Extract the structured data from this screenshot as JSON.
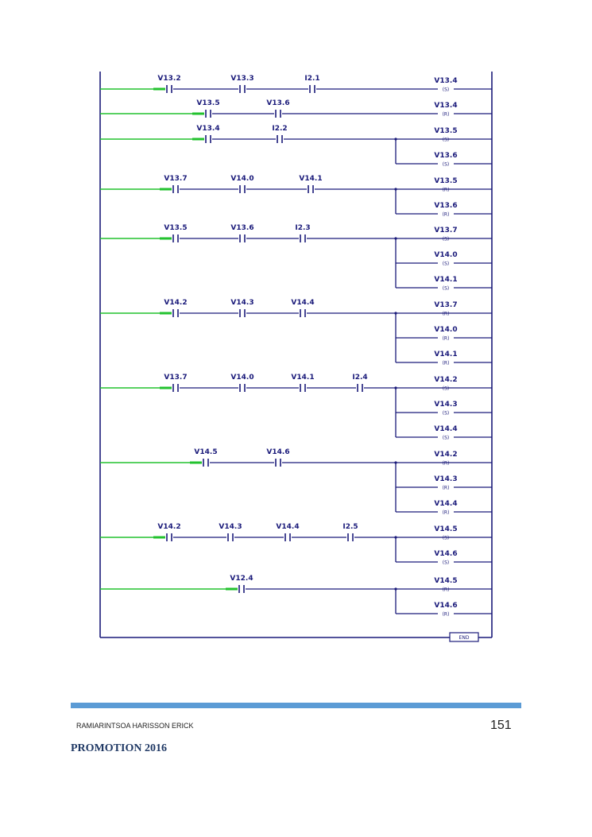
{
  "rungs": [
    {
      "contacts": [
        "V13.2",
        "V13.3",
        "I2.1"
      ],
      "coils": [
        {
          "name": "V13.4",
          "type": "S"
        }
      ]
    },
    {
      "contacts": [
        "V13.5",
        "V13.6"
      ],
      "coils": [
        {
          "name": "V13.4",
          "type": "R"
        }
      ]
    },
    {
      "contacts": [
        "V13.4",
        "I2.2"
      ],
      "coils": [
        {
          "name": "V13.5",
          "type": "S"
        },
        {
          "name": "V13.6",
          "type": "S"
        }
      ]
    },
    {
      "contacts": [
        "V13.7",
        "V14.0",
        "V14.1"
      ],
      "coils": [
        {
          "name": "V13.5",
          "type": "R"
        },
        {
          "name": "V13.6",
          "type": "R"
        }
      ]
    },
    {
      "contacts": [
        "V13.5",
        "V13.6",
        "I2.3"
      ],
      "coils": [
        {
          "name": "V13.7",
          "type": "S"
        },
        {
          "name": "V14.0",
          "type": "S"
        },
        {
          "name": "V14.1",
          "type": "S"
        }
      ]
    },
    {
      "contacts": [
        "V14.2",
        "V14.3",
        "V14.4"
      ],
      "coils": [
        {
          "name": "V13.7",
          "type": "R"
        },
        {
          "name": "V14.0",
          "type": "R"
        },
        {
          "name": "V14.1",
          "type": "R"
        }
      ]
    },
    {
      "contacts": [
        "V13.7",
        "V14.0",
        "V14.1",
        "I2.4"
      ],
      "coils": [
        {
          "name": "V14.2",
          "type": "S"
        },
        {
          "name": "V14.3",
          "type": "S"
        },
        {
          "name": "V14.4",
          "type": "S"
        }
      ]
    },
    {
      "contacts": [
        "V14.5",
        "V14.6"
      ],
      "coils": [
        {
          "name": "V14.2",
          "type": "R"
        },
        {
          "name": "V14.3",
          "type": "R"
        },
        {
          "name": "V14.4",
          "type": "R"
        }
      ]
    },
    {
      "contacts": [
        "V14.2",
        "V14.3",
        "V14.4",
        "I2.5"
      ],
      "coils": [
        {
          "name": "V14.5",
          "type": "S"
        },
        {
          "name": "V14.6",
          "type": "S"
        }
      ]
    },
    {
      "contacts": [
        "V12.4"
      ],
      "coils": [
        {
          "name": "V14.5",
          "type": "R"
        },
        {
          "name": "V14.6",
          "type": "R"
        }
      ]
    }
  ],
  "end_label": "END",
  "footer": {
    "author": "RAMIARINTSOA HARISSON ERICK",
    "page_number": "151",
    "promotion": "PROMOTION 2016"
  },
  "colors": {
    "wire": "#1a1a7a",
    "power_flow": "#22c22e",
    "footer_bar": "#5b9bd5",
    "promotion_text": "#1f3864"
  }
}
